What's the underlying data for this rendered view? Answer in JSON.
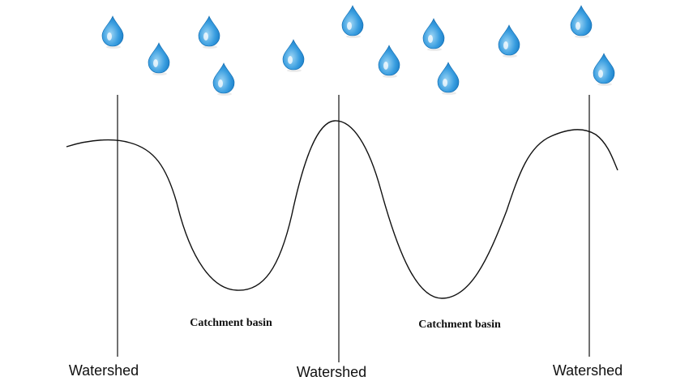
{
  "diagram": {
    "watershed_labels": [
      "Watershed",
      "Watershed",
      "Watershed"
    ],
    "basin_labels": [
      "Catchment basin",
      "Catchment basin"
    ],
    "colors": {
      "drop_light": "#9fd6f5",
      "drop_dark": "#1176c2",
      "line": "#111111"
    },
    "icon": "raindrop-icon"
  }
}
